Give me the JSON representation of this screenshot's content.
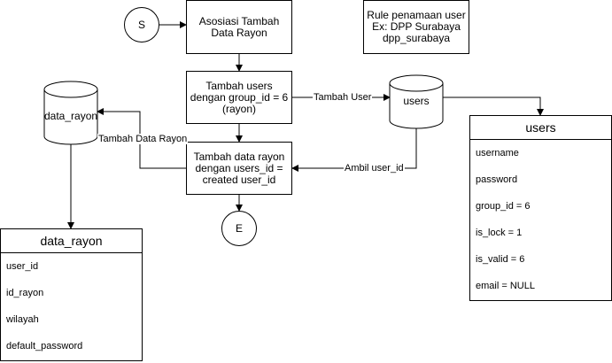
{
  "nodes": {
    "start": "S",
    "end": "E",
    "step_asosiasi": "Asosiasi Tambah\nData Rayon",
    "step_tambah_users": "Tambah users\ndengan group_id = 6\n(rayon)",
    "step_tambah_data_rayon": "Tambah data rayon\ndengan users_id =\ncreated user_id",
    "rule_note": "Rule penamaan user\nEx: DPP Surabaya\ndpp_surabaya",
    "db_users": "users",
    "db_data_rayon": "data_rayon"
  },
  "edges": {
    "tambah_user": "Tambah User",
    "ambil_user_id": "Ambil user_id",
    "tambah_data_rayon": "Tambah Data Rayon"
  },
  "tables": {
    "users": {
      "title": "users",
      "fields": [
        "username",
        "password",
        "group_id = 6",
        "is_lock = 1",
        "is_valid = 6",
        "email = NULL"
      ]
    },
    "data_rayon": {
      "title": "data_rayon",
      "fields": [
        "user_id",
        "id_rayon",
        "wilayah",
        "default_password"
      ]
    }
  }
}
